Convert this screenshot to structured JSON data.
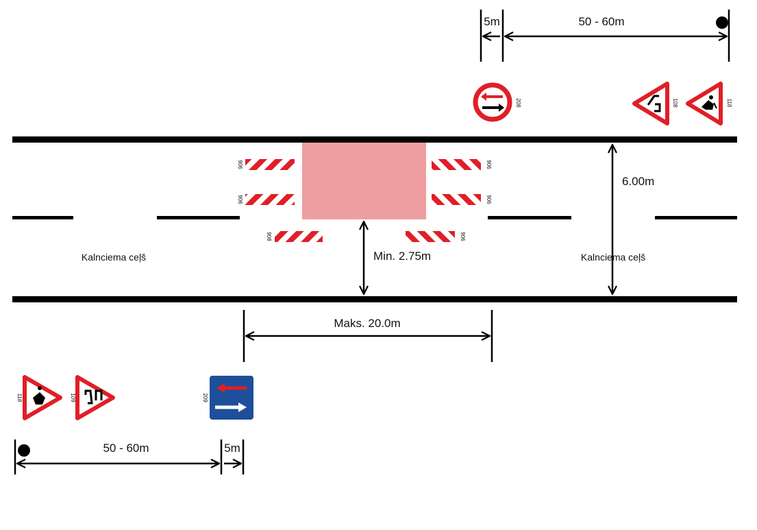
{
  "road": {
    "name_left": "Kalnciema ceļš",
    "name_right": "Kalnciema ceļš"
  },
  "dimensions": {
    "road_width": "6.00m",
    "min_lane": "Min. 2.75m",
    "max_length": "Maks. 20.0m",
    "top_offset": "5m",
    "top_distance": "50 - 60m",
    "bottom_offset": "5m",
    "bottom_distance": "50 - 60m"
  },
  "signs": {
    "priority_oncoming_code": "208",
    "road_narrows_top_code": "108",
    "roadworks_top_code": "118",
    "roadworks_bottom_code": "118",
    "road_narrows_bottom_code": "109",
    "priority_over_oncoming_code": "209"
  },
  "barriers": {
    "code": "906",
    "code_alt": "908"
  },
  "colors": {
    "road_line": "#000000",
    "work_zone": "#ee9ea0",
    "sign_red": "#e01f27",
    "sign_blue": "#1d4f9b",
    "barrier_red": "#e01f27"
  }
}
